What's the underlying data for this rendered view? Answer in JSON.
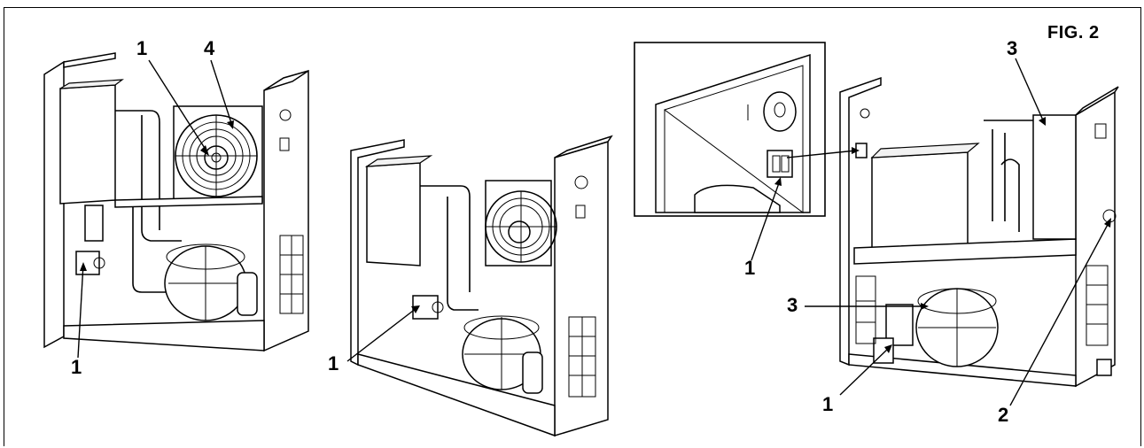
{
  "figure": {
    "title": "FIG. 2"
  },
  "callouts": {
    "unit1_left_1": "1",
    "unit1_fan_1": "1",
    "unit1_fan_4": "4",
    "unit2_1": "1",
    "inset_1": "1",
    "unit3_top_3": "3",
    "unit3_comp_3": "3",
    "unit3_bottom_1": "1",
    "unit3_bottom_2": "2"
  }
}
